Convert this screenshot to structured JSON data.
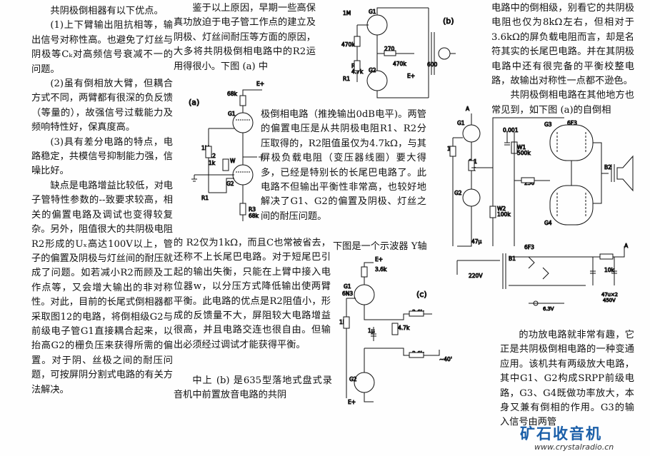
{
  "col1": {
    "heading": "共阴极倒相器有以下优点。",
    "p1": "(1)上下臂输出阻抗相等，输出信号对称性高。也避免了灯丝与阴极等Cₖ对高频信号衰减不一的问题。",
    "p2": "(2)虽有倒相放大臂，但耦合方式不同，两臂都有很深的负反馈（等量的），故强信号过载能力及频响特性好，保真度高。",
    "p3": "(3)具有差分电路的特点，电路稳定，共模信号抑制能力强，信噪比好。",
    "p4": "缺点是电路增益比较低，对电子管特性参数的--致要求较高，相关的偏置电路及调试也变得较复杂。另外，阻值很大的共阴极电阻R2形成的Uₓ高达100V以上，管子的偏置及阴极与灯丝间的耐压就成了问题。如若减小R2而顾及工作点等，又会增大输出的非对称性。对此，目前的长尾式倒相器都采取图12的电路，将倒相级G2与前级电子管G1直接耦合起来，以抬高G2的栅负压来获得所需的偏置。对于阴、丝极之间的耐压问题，可按屏阴分割式电路的有关方法解决。"
  },
  "col2": {
    "top": "鉴于以上原因，早期一些高保真功放迫于电子管工作点的建立及阴极、灯丝间耐压等方面的原因，大多将共阴极倒相电路中的R2运用得很小。下图  (a) 中",
    "mid": "极倒相电路（推挽输出0dB电平)。两管的偏置电压是从共阴极电阻R1、R2分压取得的，R2阻值虽仅为4.7kΩ，与其屏极负载电阻（变压器线圈）要大得多，已经是特别长的长尾巴电路了。此电路不但输出平衡性非常高，也较好地解决了G1、G2的偏置及阴极、灯丝之间的耐压问题。",
    "low": "的 R2仅为1kΩ，而且C也常被省去，还称不上长尾巴电路。对于短尾巴引起的输出失衡，只能在上臂中接入电位器w，以分压方式降低输出使两臂平衡。此电路的优点是R2阻值小，形成的反馈量不大，屏阻较大电路增益很高，并且电路交连也很自由。但输出必须经过调试才能获得平衡。",
    "end": "中上 (b) 是635型落地式盘式录音机中前置放音电路的共阴"
  },
  "col3": {
    "lead": "下图是一个示波器 Y轴"
  },
  "col4": {
    "top": "电路中的倒相级，别看它的共阴极电阻也仅为8kΩ左右，但相对于3.6kΩ的屏负载电阻而言，却是名符其实的长尾巴电路。并在其阴极电路中还有很完备的平衡校整电路，故输出对称性一点都不逊色。",
    "p2": "共阴极倒相电路在其他地方也常见到，如下图 (a)的自倒相",
    "bottom": "的功放电路就非常有趣，它正是共阴极倒相电路的一种变通应用。该机共有两级放大电路，其中G1、G2构成SRPP前级电路，G3、G4既做功率放大，本身又兼有倒相的作用。G3的输入信号由两管"
  },
  "schematic_a": {
    "caption": "(a)",
    "labels": [
      "E+",
      "68k",
      "G1",
      "1M",
      "R2",
      "1k",
      "W",
      "G2",
      "R1",
      "R3",
      "68k"
    ]
  },
  "schematic_b": {
    "caption": "(b)",
    "labels": [
      "1M",
      "G1",
      "470k",
      "270",
      "R2",
      "4.7k",
      "R1",
      "470k",
      "G2",
      "E+",
      "600"
    ]
  },
  "schematic_c": {
    "caption": "(c)",
    "labels": [
      "E+",
      "3.6k",
      "G1",
      "6N3",
      "3.6k",
      "1M",
      "1μ",
      "4.7k",
      "3.6k",
      "~40'",
      "G2",
      "E+"
    ]
  },
  "schematic_d": {
    "labels": [
      "A",
      "G1",
      "1M",
      "0.1",
      "1k",
      "G2",
      "47μ",
      "0.001",
      "W1",
      "500k",
      "6F3",
      "G3",
      "250",
      "G4",
      "W2",
      "100k",
      "B2",
      "220V",
      "B1",
      "6F3",
      "10k",
      "A",
      "47u×2",
      "450V",
      "6.3V"
    ]
  },
  "watermark": {
    "main": "矿石收音机",
    "url": "www.crystalradio.cn",
    "accent": "#1a5ea8"
  }
}
